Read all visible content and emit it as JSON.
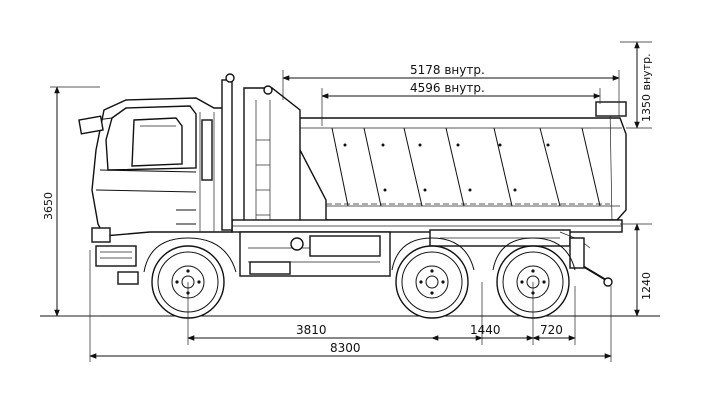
{
  "drawing": {
    "subject": "truck",
    "dimensions": {
      "body_length_outer": "5178 внутр.",
      "body_length_inner": "4596 внутр.",
      "overall_height": "3650",
      "body_side_height": "1350 внутр.",
      "frame_height": "1240",
      "wheelbase_front": "3810",
      "bogie_spacing": "1440",
      "rear_overhang": "720",
      "overall_length": "8300"
    }
  }
}
